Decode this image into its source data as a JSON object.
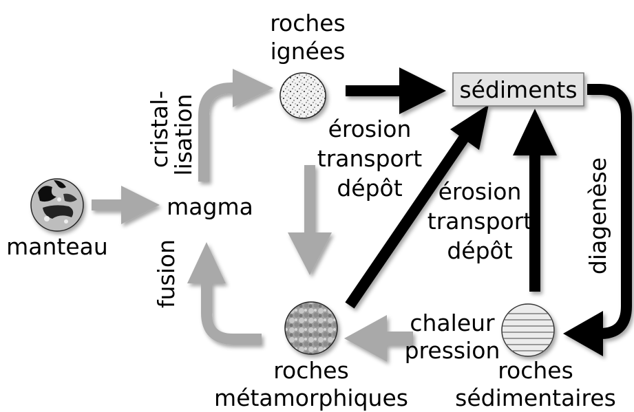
{
  "nodes": {
    "igneous": {
      "line1": "roches",
      "line2": "ignées"
    },
    "sediments": {
      "label": "sédiments"
    },
    "mantle": {
      "label": "manteau"
    },
    "magma": {
      "label": "magma"
    },
    "metamorphic": {
      "line1": "roches",
      "line2": "métamorphiques"
    },
    "sedimentary": {
      "line1": "roches",
      "line2": "sédimentaires"
    }
  },
  "edges": {
    "crystallization": {
      "line1": "cristal-",
      "line2": "lisation"
    },
    "fusion": {
      "label": "fusion"
    },
    "erosion_top": {
      "line1": "érosion",
      "line2": "transport",
      "line3": "dépôt"
    },
    "erosion_mid": {
      "line1": "érosion",
      "line2": "transport",
      "line3": "dépôt"
    },
    "diagenesis": {
      "label": "diagenèse"
    },
    "metamorphism": {
      "line1": "chaleur",
      "line2": "pression"
    }
  },
  "colors": {
    "grey_arrow": "#a9a9a9",
    "black_arrow": "#000000",
    "sediment_box": "#e4e4e4"
  }
}
